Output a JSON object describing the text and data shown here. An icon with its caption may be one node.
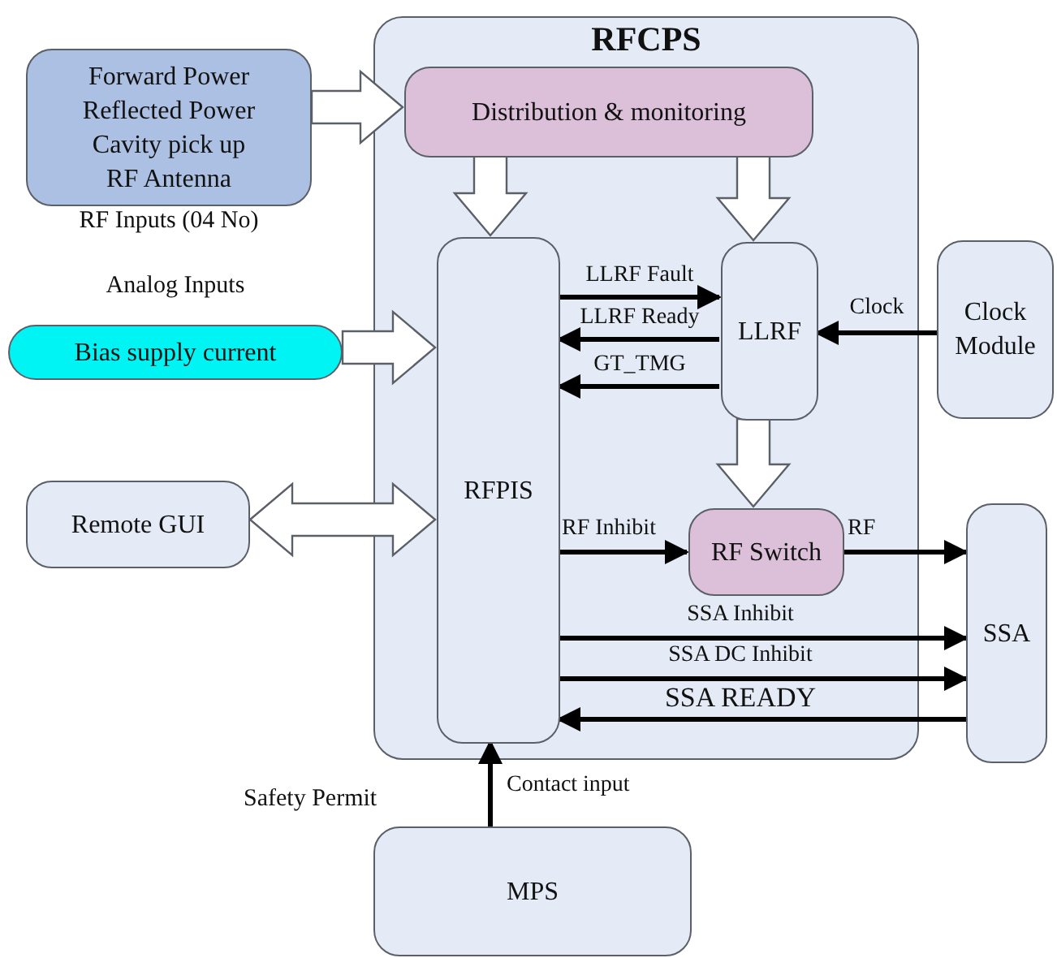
{
  "diagram": {
    "nodes": [
      {
        "text": [
          "RFCPS"
        ]
      },
      {
        "text": [
          "Distribution & monitoring"
        ],
        "in": 0
      },
      {
        "text": [
          "RFPIS"
        ],
        "in": 0
      },
      {
        "text": [
          "LLRF"
        ],
        "in": 0
      },
      {
        "text": [
          "RF Switch"
        ],
        "in": 0
      },
      {
        "text": [
          "Forward Power",
          "Reflected Power",
          "Cavity pick up",
          "RF Antenna"
        ],
        "beside": [
          "RF Inputs (04 No)"
        ]
      },
      {
        "text": [
          "Bias supply current"
        ],
        "beside": [
          "Analog Inputs"
        ]
      },
      {
        "text": [
          "Remote GUI"
        ]
      },
      {
        "text": [
          "Clock Module"
        ]
      },
      {
        "text": [
          "SSA"
        ]
      },
      {
        "text": [
          "MPS"
        ]
      }
    ],
    "edges": [
      {
        "from": 5,
        "to": 1,
        "arrow": "to",
        "style": "thick"
      },
      {
        "from": 1,
        "to": 2,
        "arrow": "to",
        "style": "thick"
      },
      {
        "from": 1,
        "to": 3,
        "arrow": "to",
        "style": "thick"
      },
      {
        "from": 6,
        "to": 2,
        "arrow": "to",
        "style": "thick"
      },
      {
        "from": 7,
        "to": 2,
        "arrow": "both",
        "style": "thick"
      },
      {
        "from": 3,
        "to": 4,
        "arrow": "to",
        "style": "thick"
      },
      {
        "from": 2,
        "to": 3,
        "arrow": "to",
        "label": "LLRF Fault"
      },
      {
        "from": 3,
        "to": 2,
        "arrow": "to",
        "label": "LLRF Ready"
      },
      {
        "from": 3,
        "to": 2,
        "arrow": "to",
        "label": "GT_TMG"
      },
      {
        "from": 8,
        "to": 3,
        "arrow": "to",
        "label": "Clock"
      },
      {
        "from": 2,
        "to": 4,
        "arrow": "to",
        "label": "RF Inhibit"
      },
      {
        "from": 4,
        "to": 9,
        "arrow": "to",
        "label": "RF"
      },
      {
        "from": 2,
        "to": 9,
        "arrow": "to",
        "label": "SSA Inhibit"
      },
      {
        "from": 2,
        "to": 9,
        "arrow": "to",
        "label": "SSA DC Inhibit"
      },
      {
        "from": 9,
        "to": 2,
        "arrow": "to",
        "label": "SSA READY"
      },
      {
        "from": 10,
        "to": 2,
        "arrow": "to",
        "label": "Contact input"
      }
    ],
    "labels": [
      "Safety Permit"
    ]
  }
}
